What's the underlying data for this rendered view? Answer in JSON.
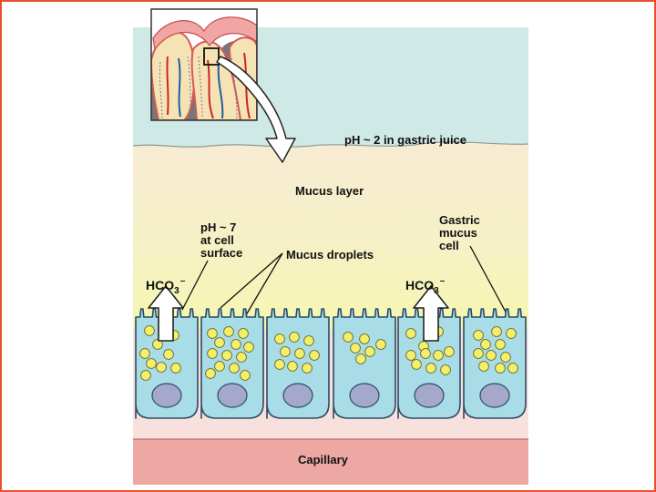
{
  "labels": {
    "gastric_juice": "pH ~ 2 in gastric juice",
    "mucus_layer": "Mucus layer",
    "ph_surface": "pH ~ 7\nat cell\nsurface",
    "mucus_droplets": "Mucus droplets",
    "gastric_mucus_cell": "Gastric\nmucus\ncell",
    "capillary": "Capillary",
    "hco3_base": "HCO",
    "hco3_sub": "3",
    "hco3_charge": "–"
  },
  "colors": {
    "frame_border": "#e8502a",
    "gastric_juice_bg": "#cfe9e6",
    "mucus_gradient_top": "#f7ebd3",
    "mucus_gradient_bottom": "#f6f4b2",
    "cell_fill": "#a8dce6",
    "cell_stroke": "#2d4a64",
    "nucleus_fill": "#a4a9cc",
    "droplet_fill": "#f3ef6a",
    "basal_bg": "#f8e1dc",
    "capillary_fill": "#eda8a4",
    "arrow_fill": "#ffffff"
  }
}
